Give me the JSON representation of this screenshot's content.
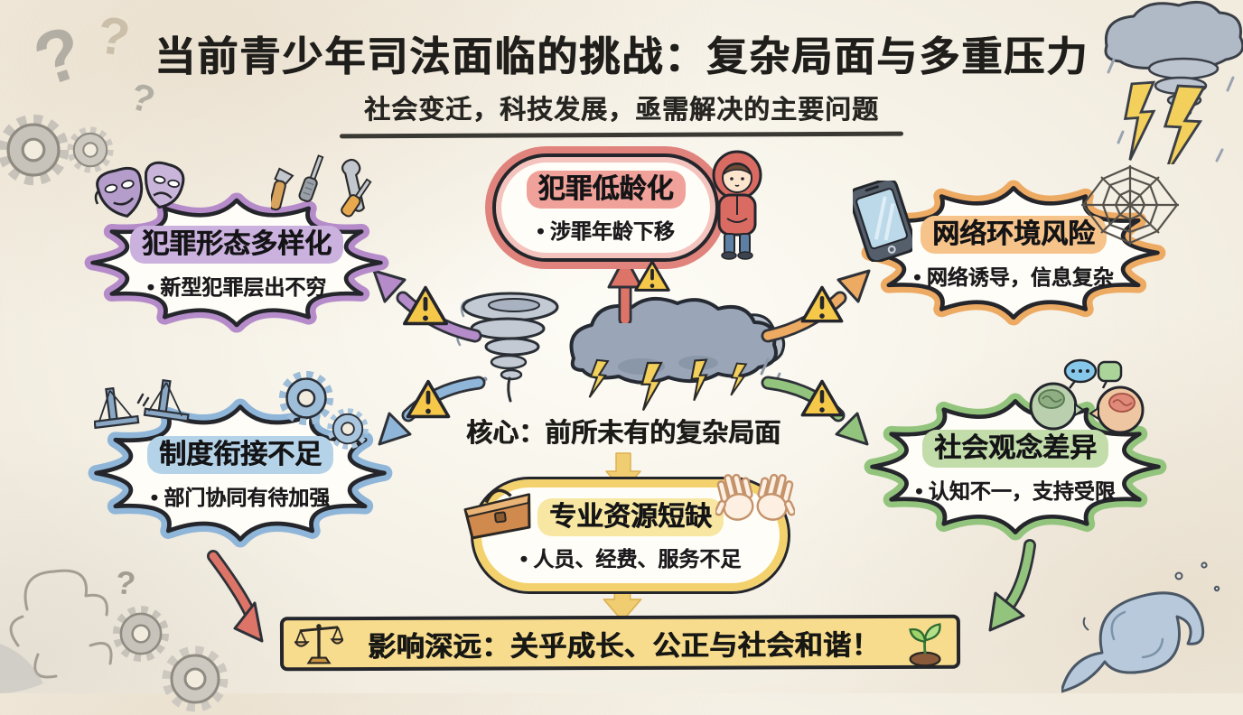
{
  "header": {
    "title": "当前青少年司法面临的挑战：复杂局面与多重压力",
    "subtitle": "社会变迁，科技发展，亟需解决的主要问题"
  },
  "center": {
    "core_label": "核心：前所未有的复杂局面",
    "core_icon": "tornado-storm-cloud-lightning"
  },
  "nodes": {
    "crime_younger": {
      "title": "犯罪低龄化",
      "bullet": "• 涉罪年龄下移"
    },
    "crime_forms": {
      "title": "犯罪形态多样化",
      "bullet": "• 新型犯罪层出不穷"
    },
    "cyber_risk": {
      "title": "网络环境风险",
      "bullet": "• 网络诱导，信息复杂"
    },
    "system_gap": {
      "title": "制度衔接不足",
      "bullet": "• 部门协同有待加强"
    },
    "social_views": {
      "title": "社会观念差异",
      "bullet": "• 认知不一，支持受限"
    },
    "resource_shortage": {
      "title": "专业资源短缺",
      "bullet": "• 人员、经费、服务不足"
    }
  },
  "footer": {
    "banner_text": "影响深远：关乎成长、公正与社会和谐！"
  },
  "decorations": {
    "question_marks": "?",
    "icon_names": [
      "question-mark-icon",
      "gear-icon",
      "storm-cloud-icon",
      "tornado-icon",
      "lightning-icon",
      "spider-web-icon",
      "wave-icon",
      "smoke-swirl-icon"
    ]
  },
  "icons": {
    "crime_younger": "hooded-teen-icon",
    "crime_forms": [
      "theater-masks-icon",
      "tools-icon"
    ],
    "cyber_risk": [
      "smartphone-icon",
      "spider-web-icon"
    ],
    "system_gap": [
      "broken-bridge-icon",
      "gears-icon"
    ],
    "social_views": [
      "talking-heads-icon"
    ],
    "resource_shortage": [
      "toolbox-icon",
      "open-hands-icon"
    ],
    "footer": [
      "balance-scale-icon",
      "sprout-icon"
    ],
    "connectors": "warning-triangle-icon"
  },
  "colors": {
    "crime_younger": "#dd7468",
    "crime_forms": "#b58cc9",
    "cyber_risk": "#edaa63",
    "system_gap": "#8fb6d9",
    "social_views": "#93c47d",
    "resource_shortage": "#edc55e",
    "banner_bg": "#f8dc8e",
    "warning": "#f6c84a",
    "ink": "#24262b",
    "background": "#f2ecdf"
  }
}
